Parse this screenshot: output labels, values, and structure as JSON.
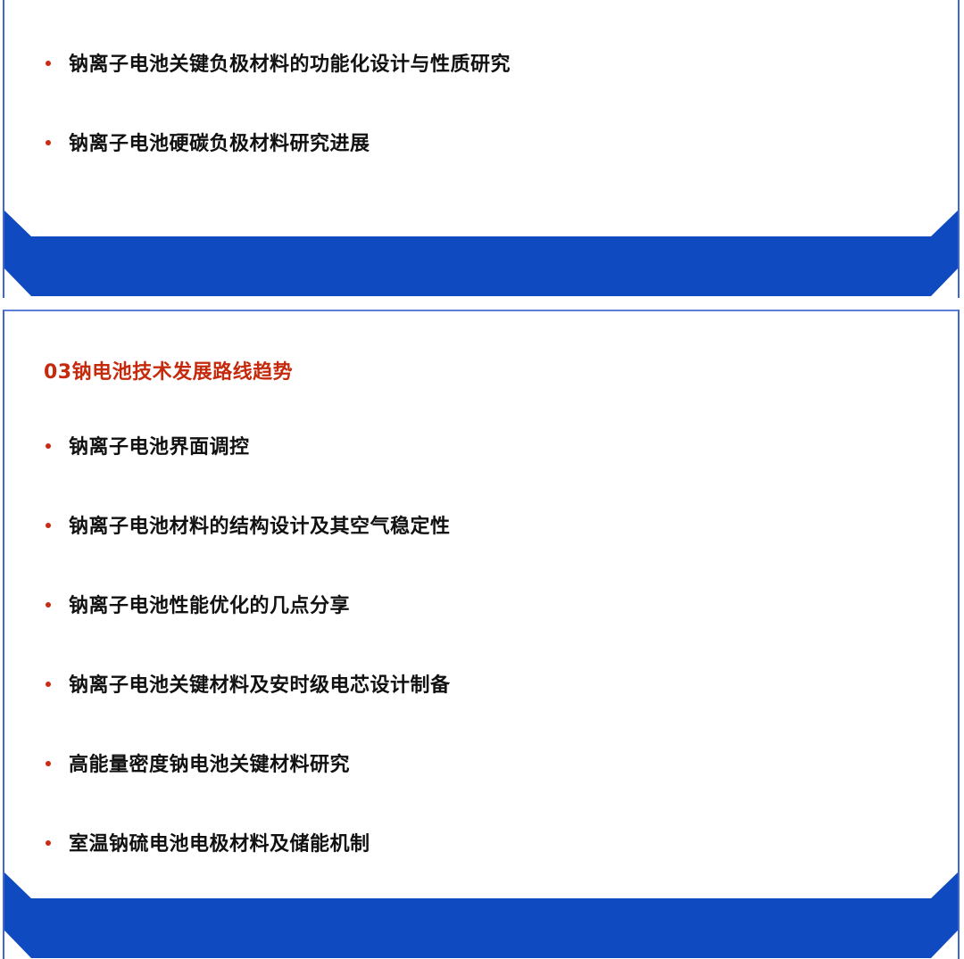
{
  "colors": {
    "accent_blue": "#0f4ac0",
    "border_blue": "#3f67cf",
    "bullet_red": "#cc2a12",
    "title_red": "#c52a0c",
    "text": "#111111"
  },
  "sections": [
    {
      "title": "",
      "items": [
        "钠离子电池关键负极材料的功能化设计与性质研究",
        "钠离子电池硬碳负极材料研究进展"
      ]
    },
    {
      "title": "03钠电池技术发展路线趋势",
      "items": [
        "钠离子电池界面调控",
        "钠离子电池材料的结构设计及其空气稳定性",
        "钠离子电池性能优化的几点分享",
        "钠离子电池关键材料及安时级电芯设计制备",
        "高能量密度钠电池关键材料研究",
        "室温钠硫电池电极材料及储能机制"
      ]
    }
  ]
}
